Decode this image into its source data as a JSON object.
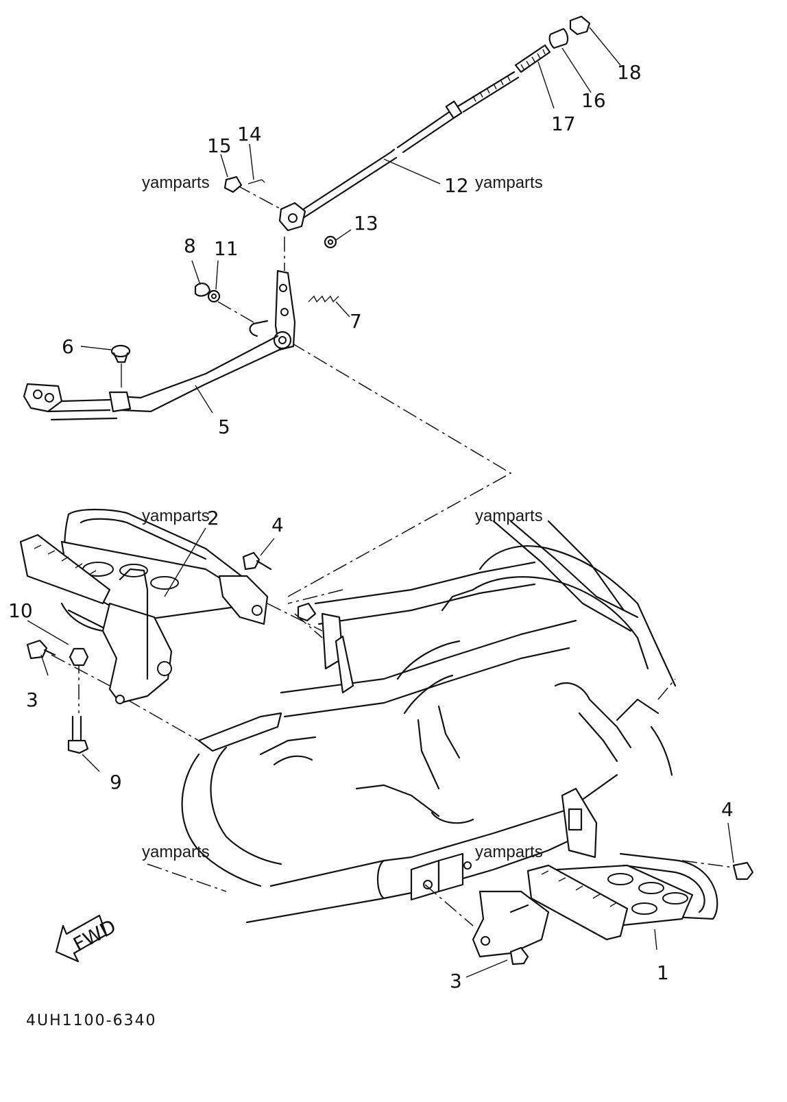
{
  "diagram": {
    "callouts": {
      "c1": "1",
      "c2": "2",
      "c3a": "3",
      "c3b": "3",
      "c4a": "4",
      "c4b": "4",
      "c5": "5",
      "c6": "6",
      "c7": "7",
      "c8": "8",
      "c9": "9",
      "c10": "10",
      "c11": "11",
      "c12": "12",
      "c13": "13",
      "c14": "14",
      "c15": "15",
      "c16": "16",
      "c17": "17",
      "c18": "18"
    },
    "watermarks": {
      "w1": "yamparts",
      "w2": "yamparts",
      "w3": "yamparts",
      "w4": "yamparts",
      "w5": "yamparts",
      "w6": "yamparts"
    },
    "fwd_label": "FWD",
    "drawing_code": "4UH1100-6340",
    "line_color": "#111111",
    "background": "#ffffff"
  }
}
